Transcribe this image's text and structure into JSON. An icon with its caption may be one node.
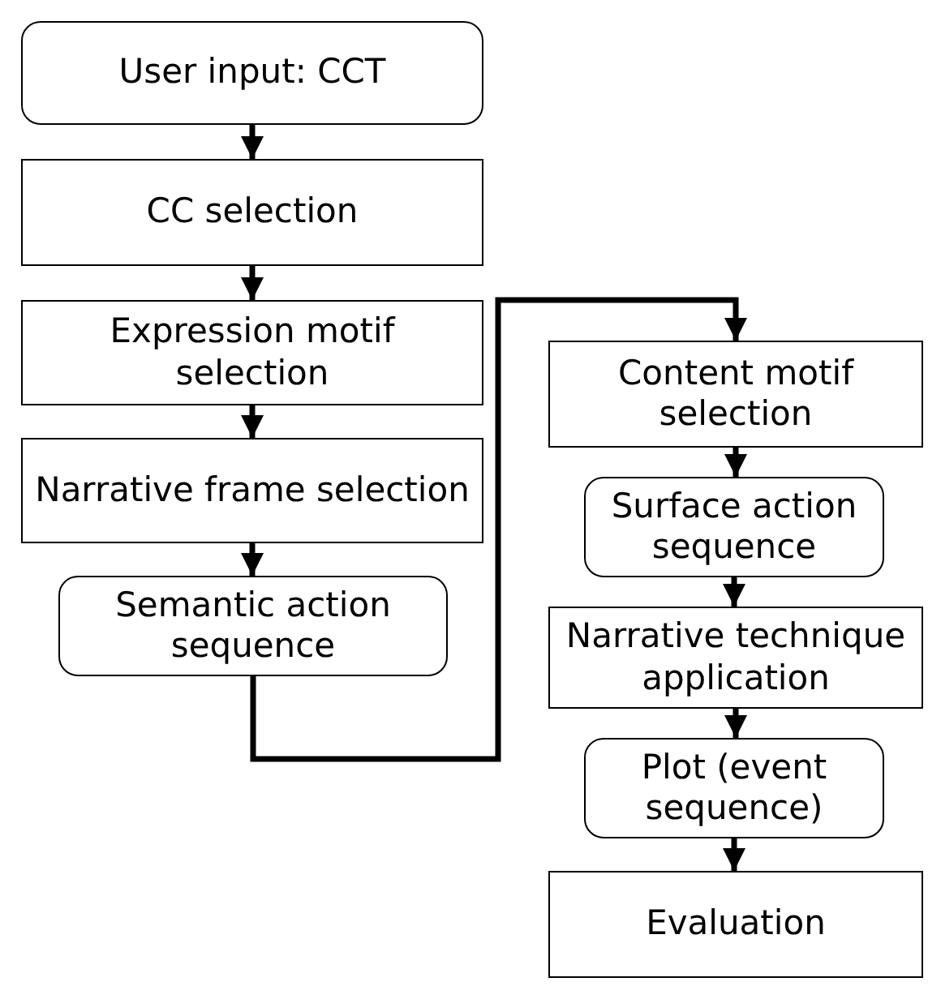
{
  "diagram": {
    "nodes": [
      {
        "text": [
          "User input: CCT"
        ]
      },
      {
        "text": [
          "CC selection"
        ]
      },
      {
        "text": [
          "Expression motif selection"
        ]
      },
      {
        "text": [
          "Narrative frame selection"
        ]
      },
      {
        "text": [
          "Semantic action sequence"
        ]
      },
      {
        "text": [
          "Content motif selection"
        ]
      },
      {
        "text": [
          "Surface action sequence"
        ]
      },
      {
        "text": [
          "Narrative technique application"
        ]
      },
      {
        "text": [
          "Plot (event sequence)"
        ]
      },
      {
        "text": [
          "Evaluation"
        ]
      }
    ],
    "edges": [
      {
        "from": 0,
        "to": 1,
        "arrow": "to"
      },
      {
        "from": 1,
        "to": 2,
        "arrow": "to"
      },
      {
        "from": 2,
        "to": 3,
        "arrow": "to"
      },
      {
        "from": 3,
        "to": 4,
        "arrow": "to"
      },
      {
        "from": 4,
        "to": 5,
        "arrow": "to"
      },
      {
        "from": 5,
        "to": 6,
        "arrow": "to"
      },
      {
        "from": 6,
        "to": 7,
        "arrow": "to"
      },
      {
        "from": 7,
        "to": 8,
        "arrow": "to"
      },
      {
        "from": 8,
        "to": 9,
        "arrow": "to"
      }
    ]
  }
}
